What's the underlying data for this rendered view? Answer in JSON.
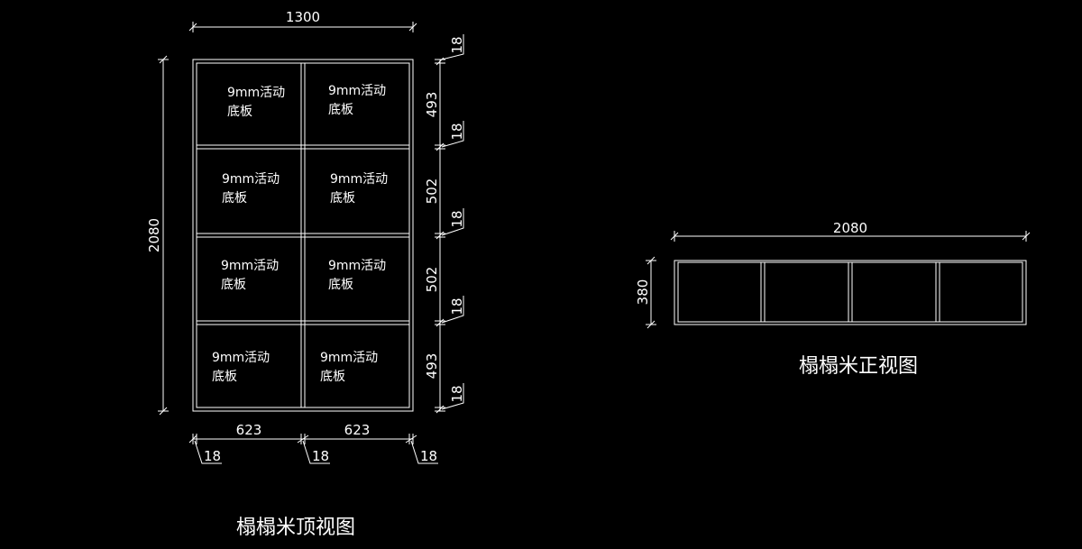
{
  "top_view": {
    "title": "榻榻米顶视图",
    "overall_width": "1300",
    "overall_depth": "2080",
    "panel_label_line1": "9mm活动",
    "panel_label_line2": "底板",
    "col_widths": [
      "623",
      "623"
    ],
    "bottom_thickness_labels": [
      "18",
      "18",
      "18"
    ],
    "right_row_dims": [
      "493",
      "502",
      "502",
      "493"
    ],
    "right_thickness_labels": [
      "18",
      "18",
      "18",
      "18",
      "18"
    ]
  },
  "front_view": {
    "title": "榻榻米正视图",
    "width": "2080",
    "height": "380"
  },
  "colors": {
    "background": "#000000",
    "lines": "#ffffff"
  }
}
